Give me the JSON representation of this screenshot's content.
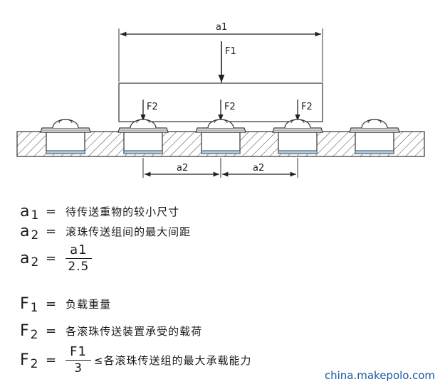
{
  "diagram": {
    "label_a1": "a1",
    "label_F1": "F1",
    "label_F2": "F2",
    "label_a2": "a2"
  },
  "legend": [
    {
      "symbol": "a",
      "sub": "1",
      "eq": "=",
      "text": "待传送重物的较小尺寸"
    },
    {
      "symbol": "a",
      "sub": "2",
      "eq": "=",
      "text": "滚珠传送组间的最大间距"
    },
    {
      "symbol": "a",
      "sub": "2",
      "eq": "=",
      "frac_num": "a1",
      "frac_den": "2.5"
    },
    {
      "symbol": "F",
      "sub": "1",
      "eq": "=",
      "text": "负载重量"
    },
    {
      "symbol": "F",
      "sub": "2",
      "eq": "=",
      "text": "各滚珠传送装置承受的载荷"
    },
    {
      "symbol": "F",
      "sub": "2",
      "eq": "=",
      "frac_num": "F1",
      "frac_den": "3",
      "text": "≤各滚珠传送组的最大承载能力"
    }
  ],
  "watermark": "china.makepolo.com"
}
